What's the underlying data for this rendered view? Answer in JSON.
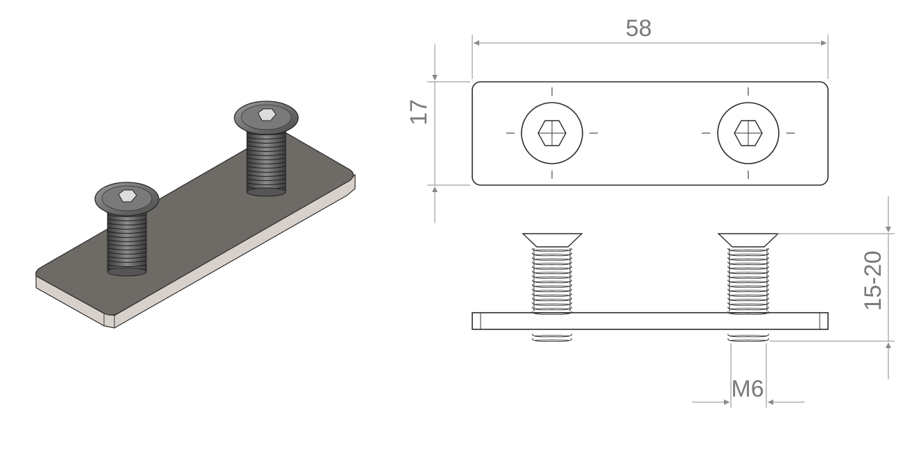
{
  "dimensions": {
    "length": "58",
    "width": "17",
    "screw_length": "15-20",
    "thread": "M6"
  },
  "colors": {
    "plate_top": "#6e6a66",
    "plate_edge": "#d8d1cb",
    "screw": "#555555",
    "dimension": "#7a7a7a",
    "outline": "#2a2a2a"
  }
}
